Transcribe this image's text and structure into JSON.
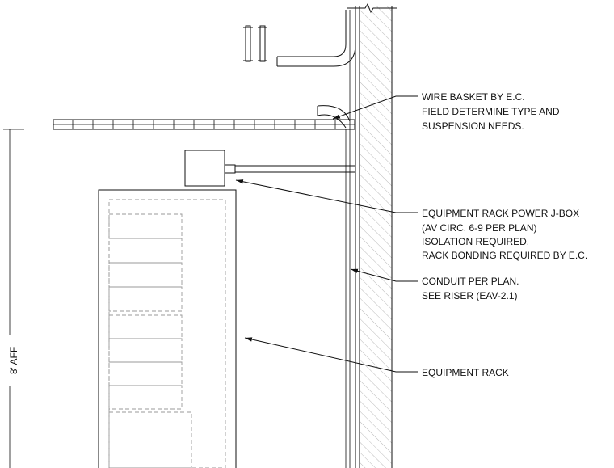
{
  "callouts": {
    "wire_basket": [
      "WIRE BASKET BY E.C.",
      "FIELD DETERMINE TYPE AND",
      "SUSPENSION NEEDS."
    ],
    "jbox": [
      "EQUIPMENT RACK POWER J-BOX",
      "(AV CIRC. 6-9 PER PLAN)",
      "ISOLATION REQUIRED.",
      "RACK BONDING REQUIRED BY E.C."
    ],
    "conduit": [
      "CONDUIT PER PLAN.",
      "SEE RISER (EAV-2.1)"
    ],
    "rack": [
      "EQUIPMENT RACK"
    ]
  },
  "dimension": {
    "label": "8' AFF"
  },
  "colors": {
    "line": "#111111",
    "hidden_line": "#9a9a9a",
    "background": "#ffffff"
  }
}
